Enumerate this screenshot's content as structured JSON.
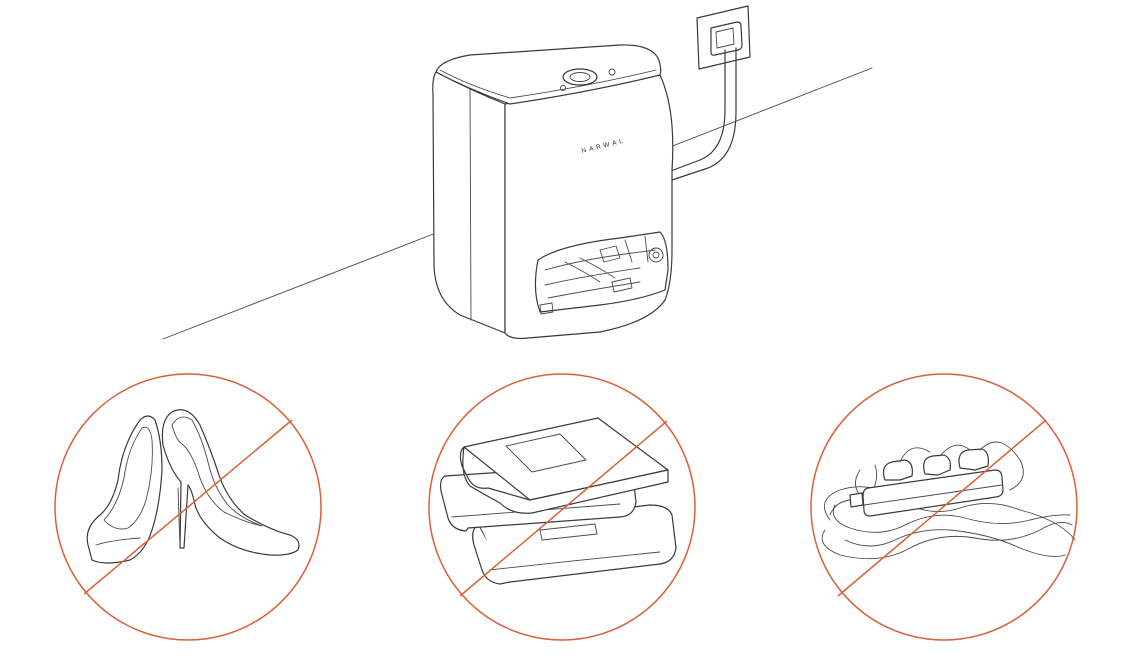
{
  "brand_label": "NARWAL",
  "colors": {
    "prohibition": "#d9603b",
    "line_art": "#3a3a3a",
    "background": "#ffffff"
  },
  "prohibited_items": [
    {
      "name": "high-heel-shoes",
      "icon": "high-heels-icon"
    },
    {
      "name": "books",
      "icon": "books-icon"
    },
    {
      "name": "power-strip-and-cables",
      "icon": "power-strip-icon"
    }
  ]
}
